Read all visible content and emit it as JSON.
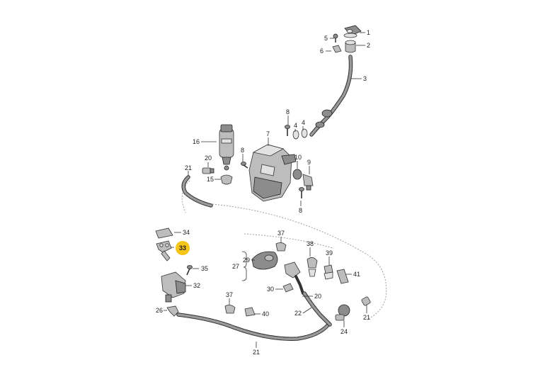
{
  "diagram": {
    "callouts": [
      "1",
      "2",
      "3",
      "4",
      "4",
      "5",
      "6",
      "7",
      "8",
      "8",
      "8",
      "9",
      "10",
      "15",
      "16",
      "20",
      "20",
      "21",
      "21",
      "21",
      "22",
      "24",
      "26",
      "27",
      "29",
      "30",
      "32",
      "33",
      "34",
      "35",
      "37",
      "37",
      "38",
      "39",
      "40",
      "41"
    ],
    "highlighted": "33",
    "highlight_color": "#f5c518"
  }
}
